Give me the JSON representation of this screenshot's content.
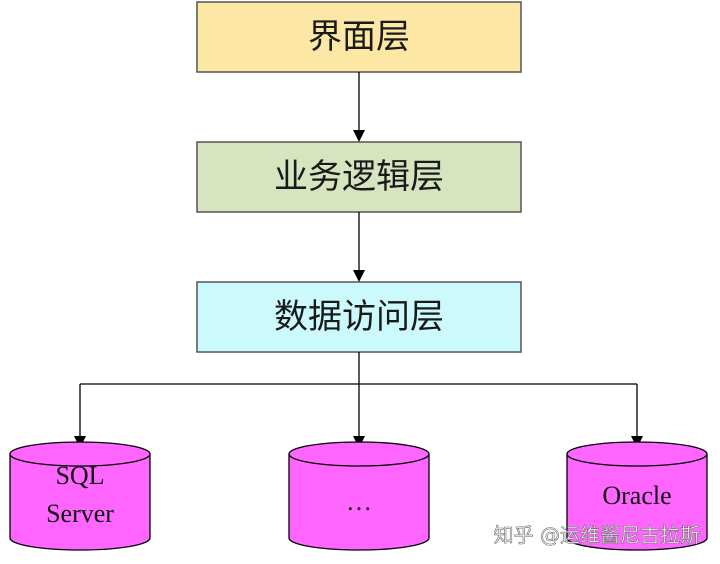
{
  "layers": {
    "ui": {
      "label": "界面层",
      "color": "#fce8a4"
    },
    "business": {
      "label": "业务逻辑层",
      "color": "#d6e5c0"
    },
    "data_access": {
      "label": "数据访问层",
      "color": "#ccfafc"
    }
  },
  "databases": {
    "sql_server": {
      "line1": "SQL",
      "line2": "Server"
    },
    "other": {
      "label": "…"
    },
    "oracle": {
      "label": "Oracle"
    },
    "color": "#ff66ff"
  },
  "watermark": {
    "text": "知乎 @运维酱尼古拉斯"
  }
}
